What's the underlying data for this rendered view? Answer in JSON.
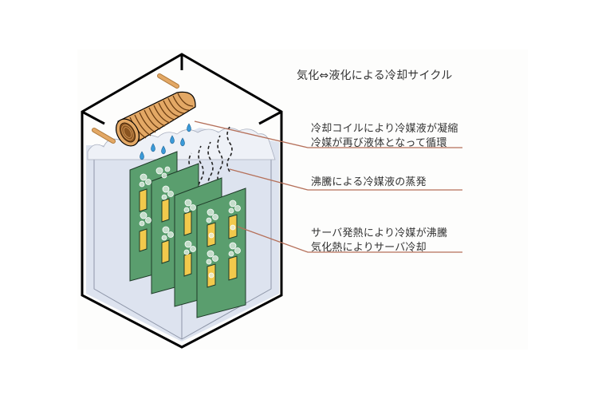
{
  "diagram": {
    "title": "気化⇔液化による冷却サイクル",
    "annotations": [
      {
        "id": "condense",
        "lines": [
          "冷却コイルにより冷媒液が凝縮",
          "冷媒が再び液体となって循環"
        ],
        "target": "cooling-coil"
      },
      {
        "id": "evaporate",
        "lines": [
          "沸騰による冷媒液の蒸発"
        ],
        "target": "vapor"
      },
      {
        "id": "boil",
        "lines": [
          "サーバ発熱により冷媒が沸騰",
          "気化熱によりサーバ冷却"
        ],
        "target": "server-board"
      }
    ],
    "components": [
      "tank",
      "cooling-coil",
      "refrigerant-drops",
      "refrigerant-liquid",
      "vapor",
      "server-boards",
      "bubbles"
    ],
    "colors": {
      "leader_line": "#b5705a",
      "liquid": "#dde3ef",
      "board": "#5a9e6e",
      "chip": "#f2c94c",
      "drop": "#3a9ad9",
      "coil": "#e3a865",
      "outline": "#000000"
    }
  }
}
